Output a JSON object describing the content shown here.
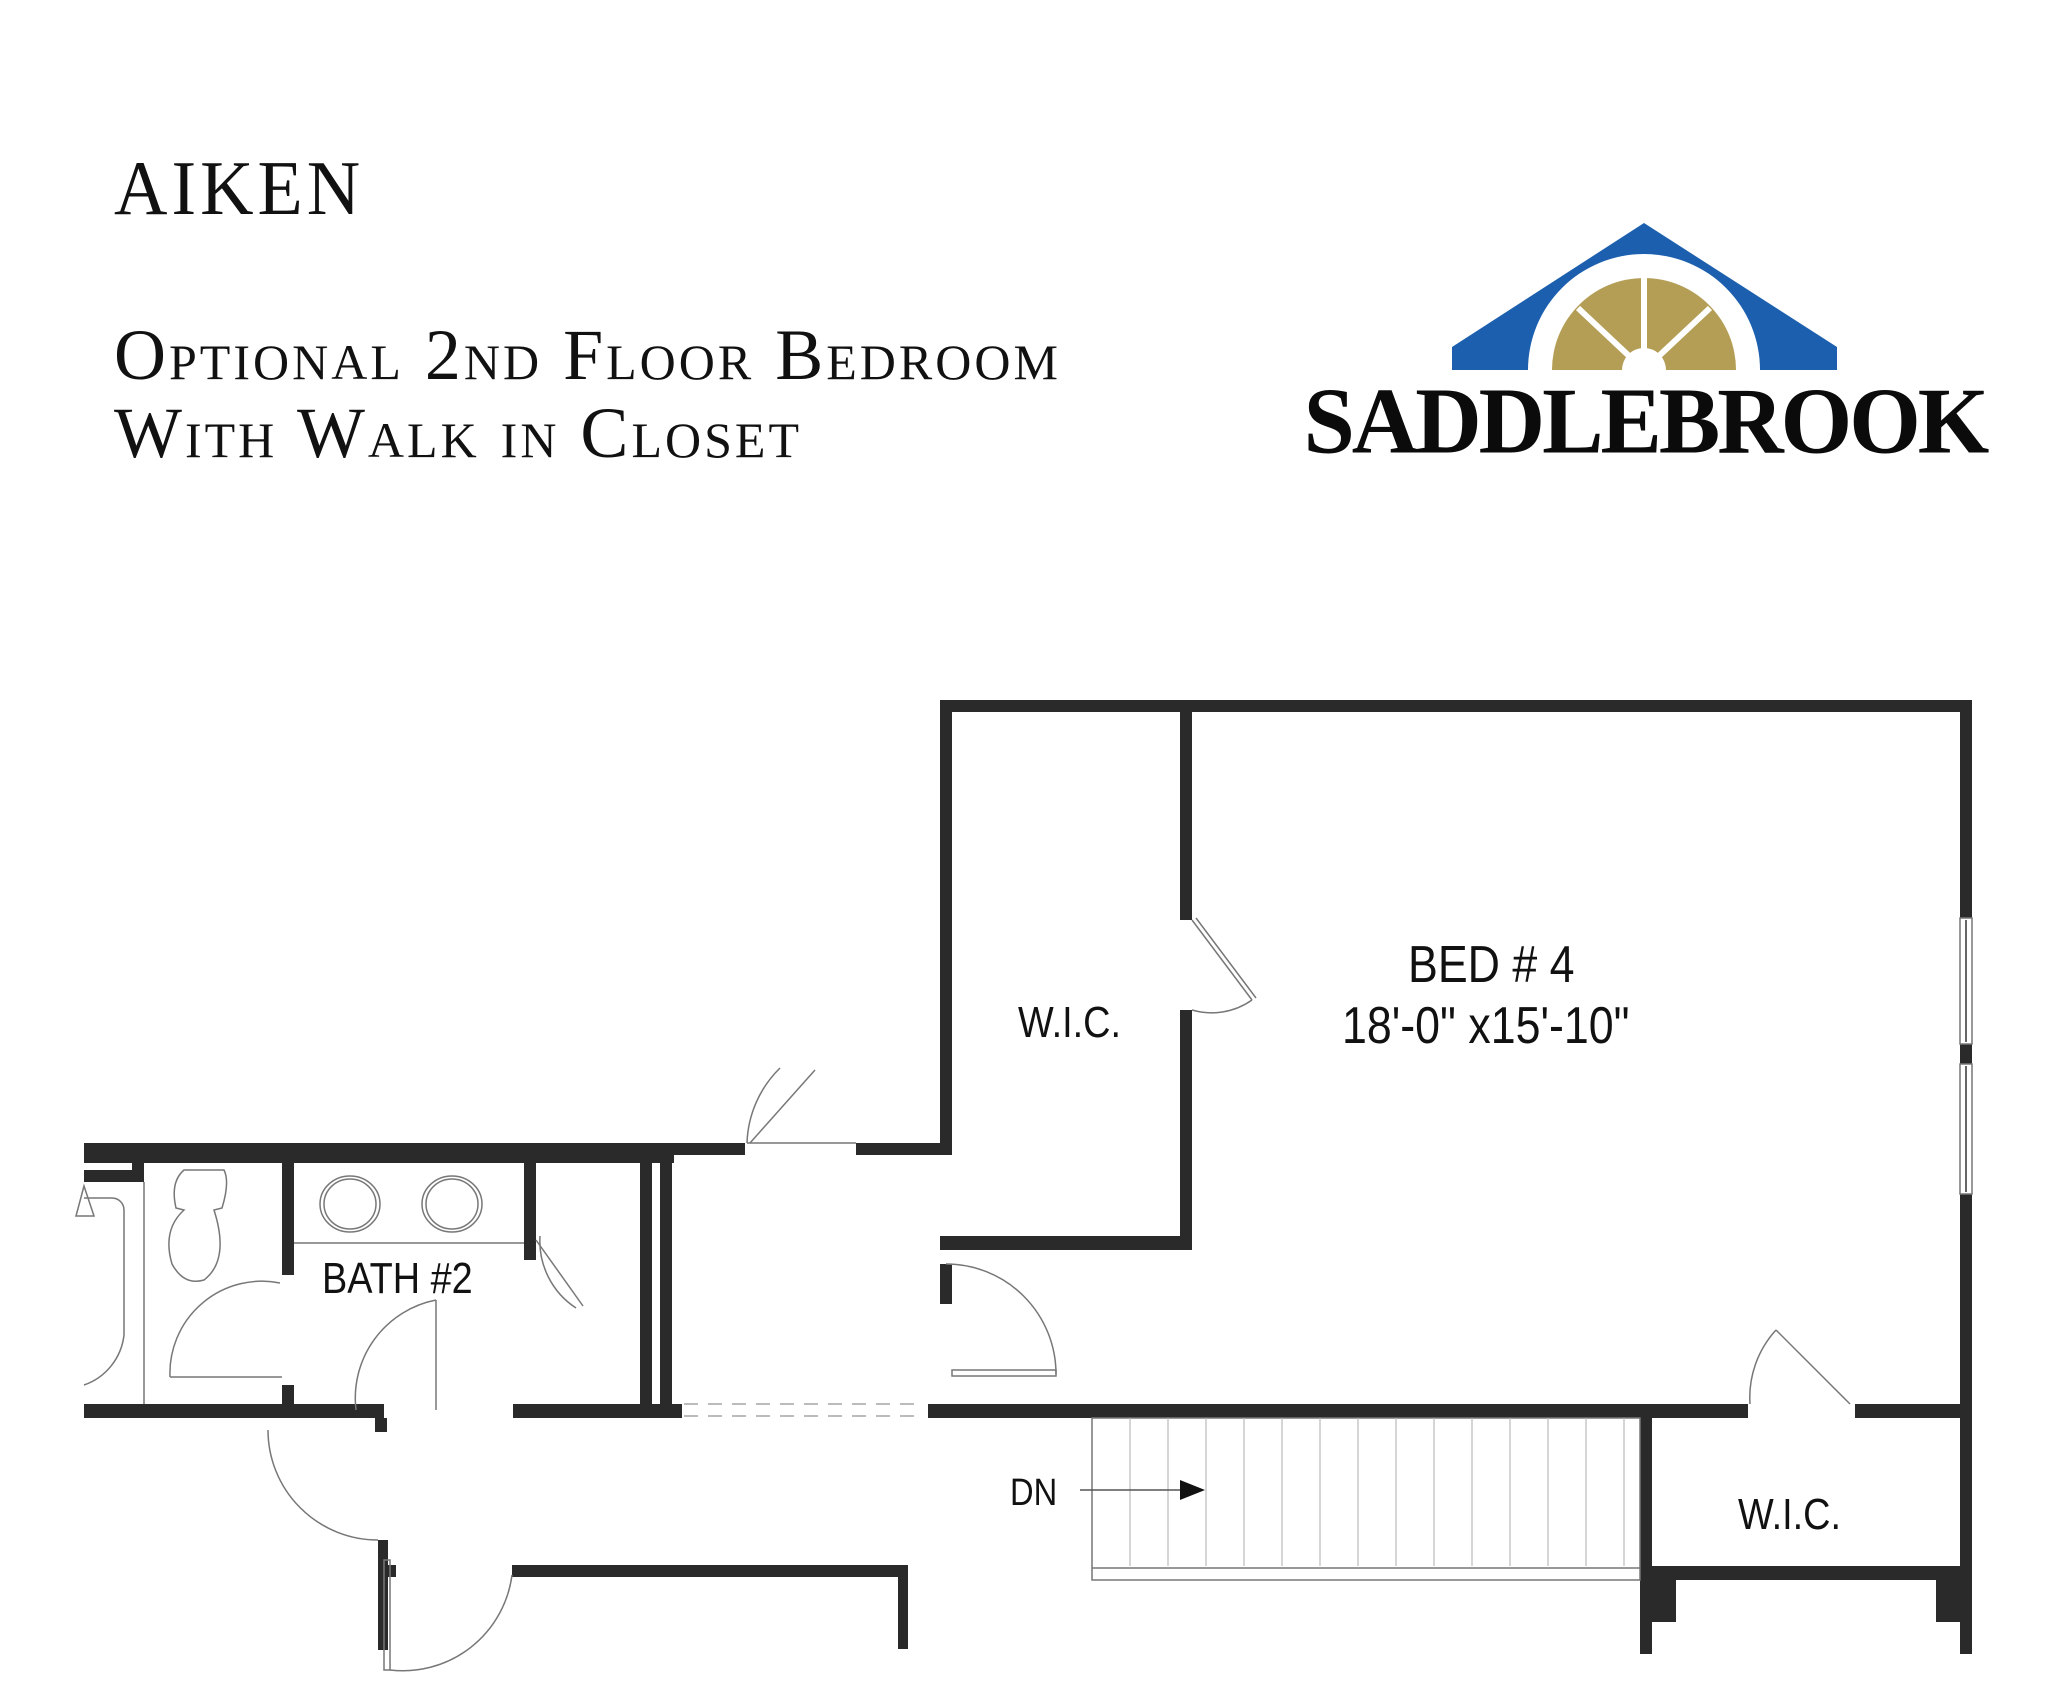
{
  "header": {
    "plan_name": "AIKEN",
    "subtitle": "Optional 2nd Floor Bedroom With Walk in Closet"
  },
  "logo": {
    "brand": "SADDLEBROOK",
    "colors": {
      "roof": "#1b5fae",
      "window": "#b49d55",
      "text": "#0b0b0b"
    }
  },
  "floorplan": {
    "wall_color": "#2a2a2a",
    "rooms": [
      {
        "name": "BED # 4",
        "dimensions": "18'-0\" x15'-10\""
      },
      {
        "name": "W.I.C.",
        "location": "left of bedroom"
      },
      {
        "name": "W.I.C.",
        "location": "bottom right"
      },
      {
        "name": "BATH #2"
      }
    ],
    "stairs": {
      "label": "DN",
      "direction": "right"
    }
  }
}
